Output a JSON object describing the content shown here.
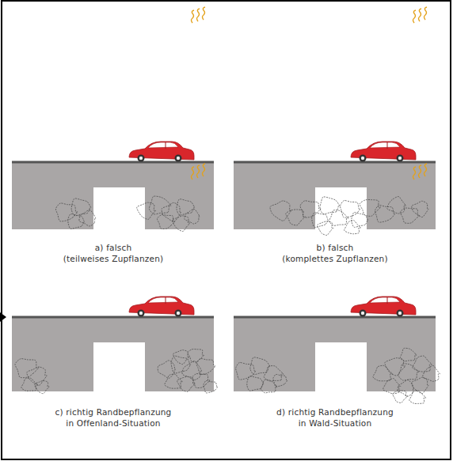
{
  "diagram": {
    "labels": [
      "a) falsch",
      "(teilweises Zupflanzen)",
      "b) falsch",
      "(komplettes Zupflanzen)",
      "c) richtig Randbepflanzung in Offenland-Situation",
      "d) richtig Randbepflanzung in Wald-Situation"
    ]
  }
}
